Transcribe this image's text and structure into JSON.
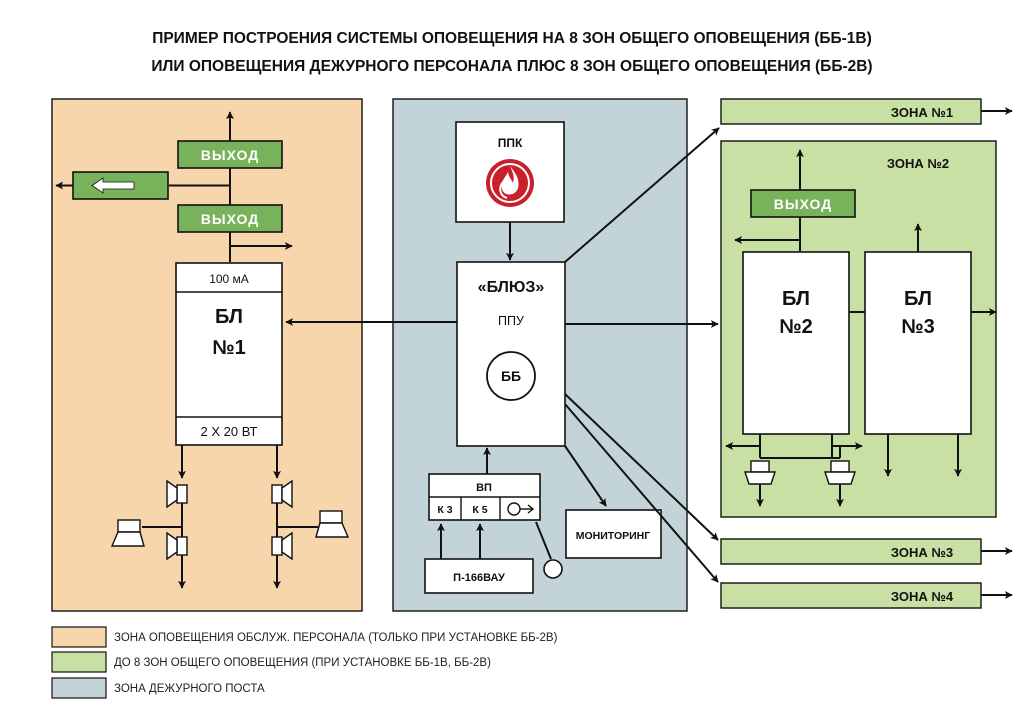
{
  "title": {
    "line1": "ПРИМЕР ПОСТРОЕНИЯ СИСТЕМЫ ОПОВЕЩЕНИЯ НА 8 ЗОН ОБЩЕГО ОПОВЕЩЕНИЯ (ББ-1В)",
    "line2": "ИЛИ ОПОВЕЩЕНИЯ ДЕЖУРНОГО ПЕРСОНАЛА ПЛЮС 8 ЗОН ОБЩЕГО ОПОВЕЩЕНИЯ (ББ-2В)"
  },
  "colors": {
    "staff_zone": "#f8d6ac",
    "general_zone": "#c8e0a4",
    "duty_zone": "#c3d4d8",
    "output_box": "#78b35c",
    "ppk_icon": "#c9202b"
  },
  "left": {
    "output_top": "ВЫХОД",
    "output_bottom": "ВЫХОД",
    "arrow_icon": "left-arrow-icon",
    "bl1": {
      "current": "100 мА",
      "name_line1": "БЛ",
      "name_line2": "№1",
      "power": "2 Х 20 ВТ"
    }
  },
  "center": {
    "ppk": "ППК",
    "ppk_icon": "fire-icon",
    "ppu_name": "«БЛЮЗ»",
    "ppu_sub": "ППУ",
    "bb": "ББ",
    "vp": "ВП",
    "k3": "К 3",
    "k5": "К 5",
    "mic_icon": "microphone-icon",
    "p166": "П-166ВАУ",
    "monitoring": "МОНИТОРИНГ"
  },
  "right": {
    "zone1": "ЗОНА №1",
    "zone2": "ЗОНА №2",
    "zone3": "ЗОНА №3",
    "zone4": "ЗОНА №4",
    "output": "ВЫХОД",
    "bl2_line1": "БЛ",
    "bl2_line2": "№2",
    "bl3_line1": "БЛ",
    "bl3_line2": "№3"
  },
  "legend": [
    {
      "color": "#f8d6ac",
      "text": "ЗОНА ОПОВЕЩЕНИЯ ОБСЛУЖ. ПЕРСОНАЛА (ТОЛЬКО ПРИ УСТАНОВКЕ ББ-2В)"
    },
    {
      "color": "#c8e0a4",
      "text": "ДО 8 ЗОН ОБЩЕГО ОПОВЕЩЕНИЯ (ПРИ УСТАНОВКЕ ББ-1В, ББ-2В)"
    },
    {
      "color": "#c3d4d8",
      "text": "ЗОНА ДЕЖУРНОГО ПОСТА"
    }
  ]
}
